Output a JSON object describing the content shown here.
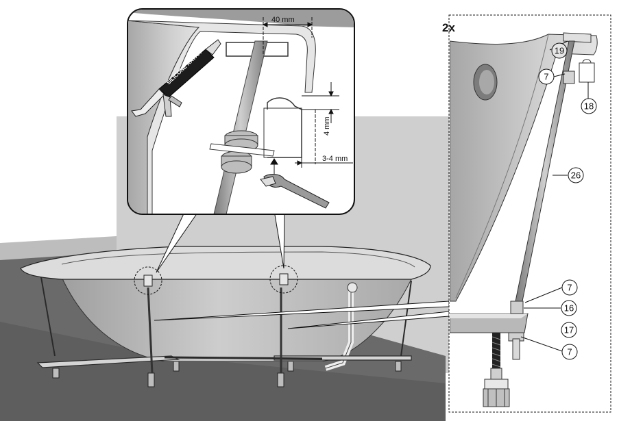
{
  "inset_top": {
    "dim_gap": "40 mm",
    "dim_height": "4 mm",
    "dim_offset": "3-4 mm",
    "sealant_label": "SILICONE RAVAK"
  },
  "detail": {
    "multiplier": "2x",
    "callouts": [
      "19",
      "7",
      "18",
      "26",
      "7",
      "16",
      "17",
      "7"
    ]
  },
  "colors": {
    "wall": "#cfcfcf",
    "floor": "#6d6d6d",
    "tub_shell": "#bdbdbd",
    "rim": "#d9d9d9",
    "line": "#1a1a1a"
  }
}
